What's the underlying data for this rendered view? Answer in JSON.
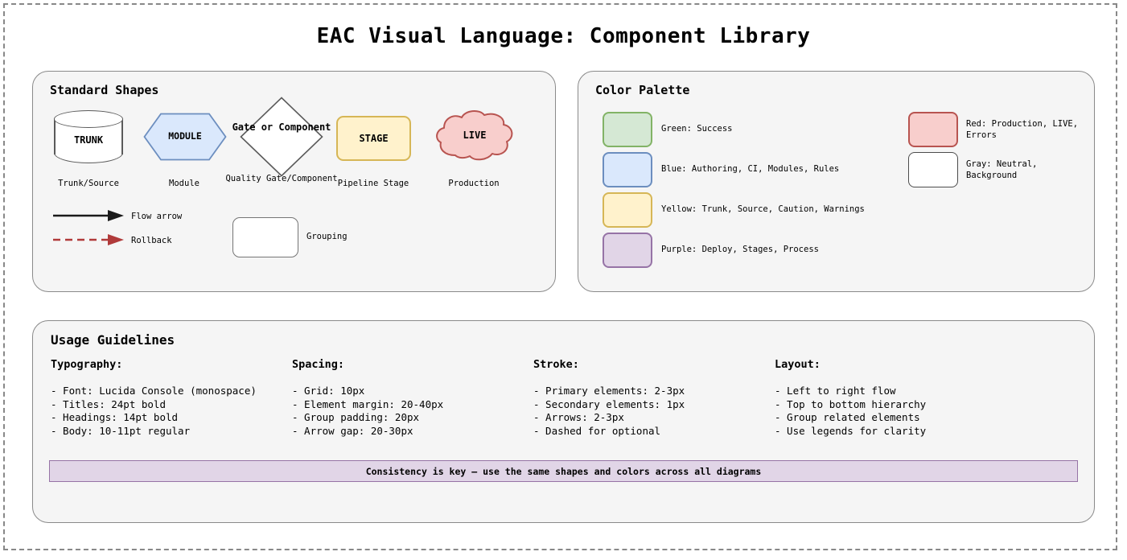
{
  "page": {
    "title": "EAC Visual Language: Component Library"
  },
  "shapes_panel": {
    "title": "Standard Shapes",
    "shapes": [
      {
        "name": "trunk",
        "label": "TRUNK",
        "caption": "Trunk/Source",
        "fill": "#ffffff",
        "stroke": "#5a5a5a"
      },
      {
        "name": "module",
        "label": "MODULE",
        "caption": "Module",
        "fill": "#dae8fc",
        "stroke": "#6c8ebf"
      },
      {
        "name": "gate",
        "label": "Gate or\nComponent",
        "caption": "Quality\nGate/Component",
        "fill": "#ffffff",
        "stroke": "#5a5a5a"
      },
      {
        "name": "stage",
        "label": "STAGE",
        "caption": "Pipeline Stage",
        "fill": "#fff2cc",
        "stroke": "#d6b656"
      },
      {
        "name": "live",
        "label": "LIVE",
        "caption": "Production",
        "fill": "#f8cecc",
        "stroke": "#b85450"
      }
    ],
    "legend": [
      {
        "name": "flow-arrow",
        "label": "Flow arrow",
        "style": "solid",
        "color": "#1a1a1a"
      },
      {
        "name": "rollback",
        "label": "Rollback",
        "style": "dashed",
        "color": "#b03a3a"
      },
      {
        "name": "grouping",
        "label": "Grouping",
        "style": "box",
        "color": "#757575"
      }
    ]
  },
  "palette_panel": {
    "title": "Color Palette",
    "left_column": [
      {
        "name": "green",
        "label": "Green: Success",
        "fill": "#d5e8d4",
        "stroke": "#82b366"
      },
      {
        "name": "blue",
        "label": "Blue: Authoring, CI, Modules, Rules",
        "fill": "#dae8fc",
        "stroke": "#6c8ebf"
      },
      {
        "name": "yellow",
        "label": "Yellow: Trunk, Source, Caution, Warnings",
        "fill": "#fff2cc",
        "stroke": "#d6b656"
      },
      {
        "name": "purple",
        "label": "Purple: Deploy, Stages, Process",
        "fill": "#e1d5e7",
        "stroke": "#9673a6"
      }
    ],
    "right_column": [
      {
        "name": "red",
        "label": "Red: Production, LIVE,\nErrors",
        "fill": "#f8cecc",
        "stroke": "#b85450"
      },
      {
        "name": "gray",
        "label": "Gray: Neutral,\nBackground",
        "fill": "#ffffff",
        "stroke": "#4d4d4d"
      }
    ]
  },
  "usage_panel": {
    "title": "Usage Guidelines",
    "columns": [
      {
        "heading": "Typography:",
        "items": [
          "- Font: Lucida Console (monospace)",
          "- Titles: 24pt bold",
          "- Headings: 14pt bold",
          "- Body: 10-11pt regular"
        ]
      },
      {
        "heading": "Spacing:",
        "items": [
          "- Grid: 10px",
          "- Element margin: 20-40px",
          "- Group padding: 20px",
          "- Arrow gap: 20-30px"
        ]
      },
      {
        "heading": "Stroke:",
        "items": [
          "- Primary elements: 2-3px",
          "- Secondary elements: 1px",
          "- Arrows: 2-3px",
          "- Dashed for optional"
        ]
      },
      {
        "heading": "Layout:",
        "items": [
          "- Left to right flow",
          "- Top to bottom hierarchy",
          "- Group related elements",
          "- Use legends for clarity"
        ]
      }
    ],
    "banner": "Consistency is key – use the same shapes and colors across all diagrams"
  }
}
